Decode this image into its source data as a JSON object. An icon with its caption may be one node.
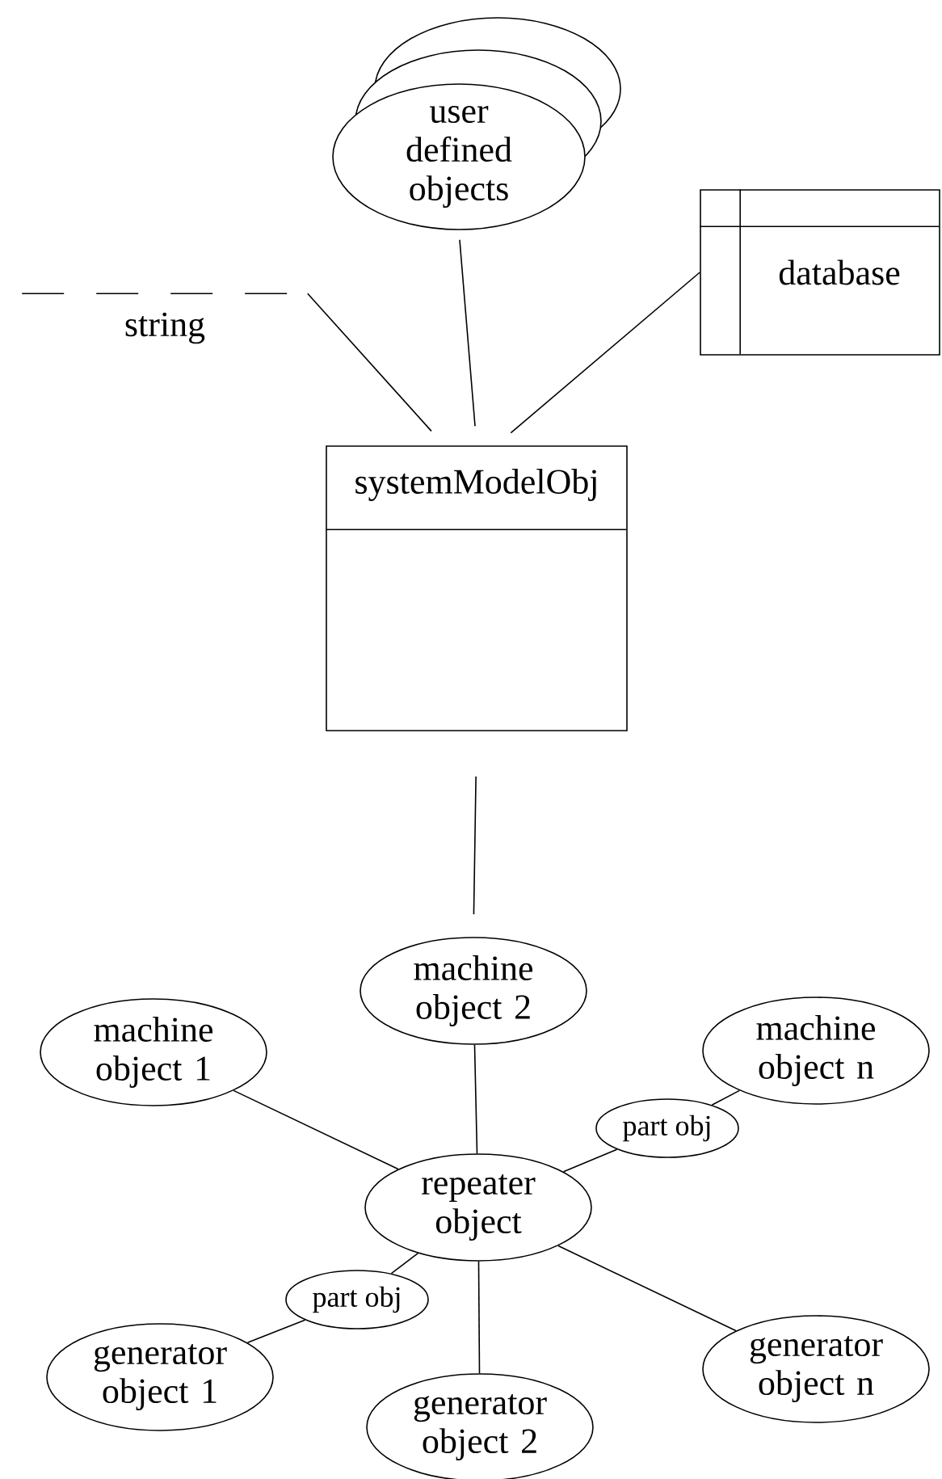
{
  "diagram": {
    "nodes": [
      {
        "text": [
          "user defined objects"
        ]
      },
      {
        "text": [
          "string"
        ]
      },
      {
        "text": [
          "database"
        ]
      },
      {
        "text": [
          "systemModelObj"
        ]
      },
      {
        "text": [
          "machine object 2"
        ]
      },
      {
        "text": [
          "machine object 1"
        ]
      },
      {
        "text": [
          "machine object n"
        ]
      },
      {
        "text": [
          "part obj"
        ]
      },
      {
        "text": [
          "repeater object"
        ]
      },
      {
        "text": [
          "part obj"
        ]
      },
      {
        "text": [
          "generator object 1"
        ]
      },
      {
        "text": [
          "generator object 2"
        ]
      },
      {
        "text": [
          "generator object n"
        ]
      }
    ],
    "edges": [
      {
        "from": 1,
        "to": 3,
        "arrow": "none"
      },
      {
        "from": 0,
        "to": 3,
        "arrow": "none"
      },
      {
        "from": 2,
        "to": 3,
        "arrow": "none"
      },
      {
        "from": 3,
        "to": 4,
        "arrow": "none"
      },
      {
        "from": 5,
        "to": 8,
        "arrow": "none"
      },
      {
        "from": 4,
        "to": 8,
        "arrow": "none"
      },
      {
        "from": 8,
        "to": 7,
        "arrow": "none"
      },
      {
        "from": 7,
        "to": 6,
        "arrow": "none"
      },
      {
        "from": 8,
        "to": 9,
        "arrow": "none"
      },
      {
        "from": 9,
        "to": 10,
        "arrow": "none"
      },
      {
        "from": 8,
        "to": 11,
        "arrow": "none"
      },
      {
        "from": 8,
        "to": 12,
        "arrow": "none"
      }
    ]
  }
}
